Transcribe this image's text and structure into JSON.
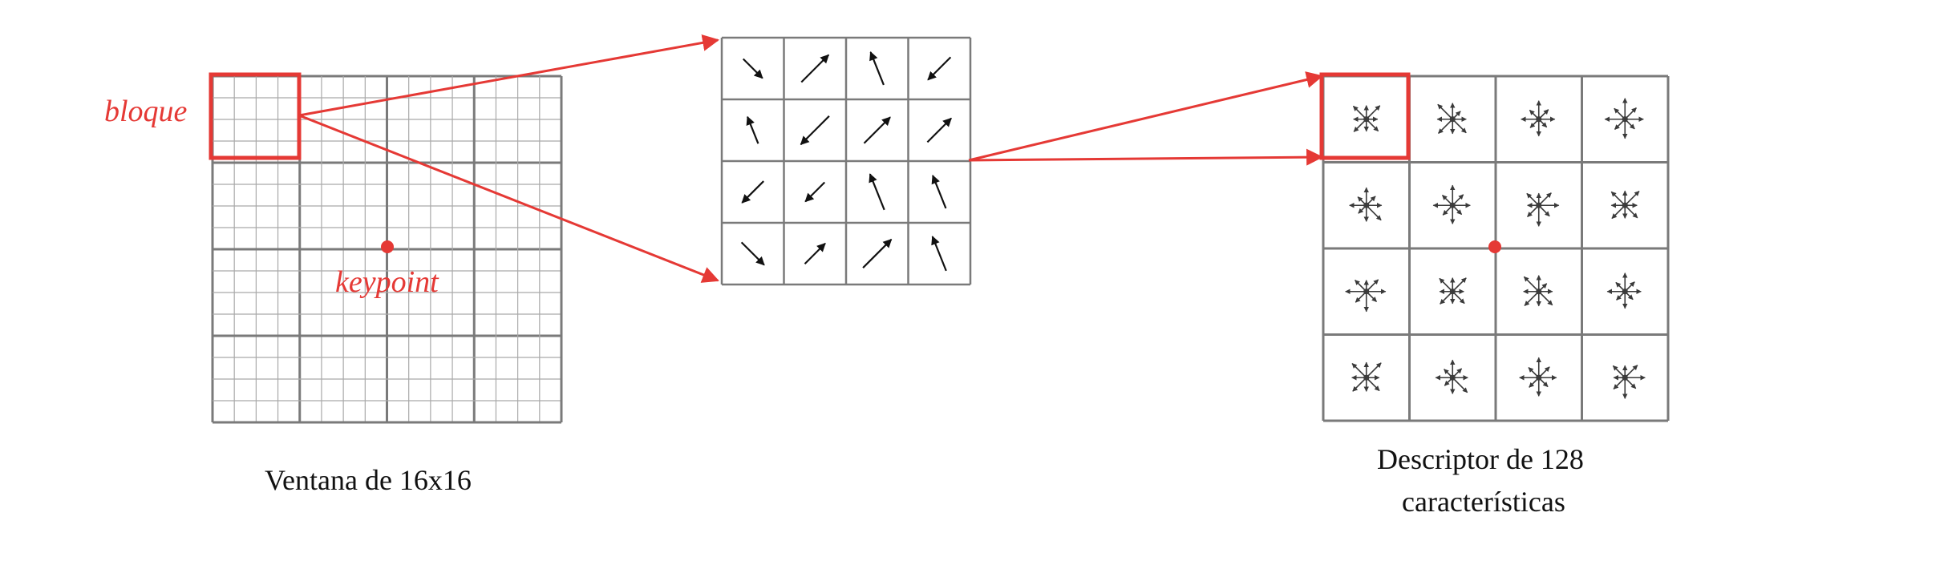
{
  "labels": {
    "block": "bloque",
    "keypoint": "keypoint",
    "window_caption": "Ventana de 16x16",
    "descriptor_caption_line1": "Descriptor de 128",
    "descriptor_caption_line2": "características"
  },
  "colors": {
    "accent": "#e53935",
    "grid": "#7a7a7a",
    "fine_grid": "#a9a9a9",
    "arrow": "#111111",
    "star": "#3a3a3a"
  },
  "gradient_cells": [
    {
      "dir": "down-right"
    },
    {
      "dir": "up-right"
    },
    {
      "dir": "up-left"
    },
    {
      "dir": "down-left"
    },
    {
      "dir": "up-left"
    },
    {
      "dir": "down-left"
    },
    {
      "dir": "up-right"
    },
    {
      "dir": "up-right"
    },
    {
      "dir": "down-left"
    },
    {
      "dir": "down-left"
    },
    {
      "dir": "up-left"
    },
    {
      "dir": "up-left"
    },
    {
      "dir": "down-right"
    },
    {
      "dir": "up-right"
    },
    {
      "dir": "up-right"
    },
    {
      "dir": "up-left"
    }
  ],
  "icon": "orientation-histogram-star"
}
